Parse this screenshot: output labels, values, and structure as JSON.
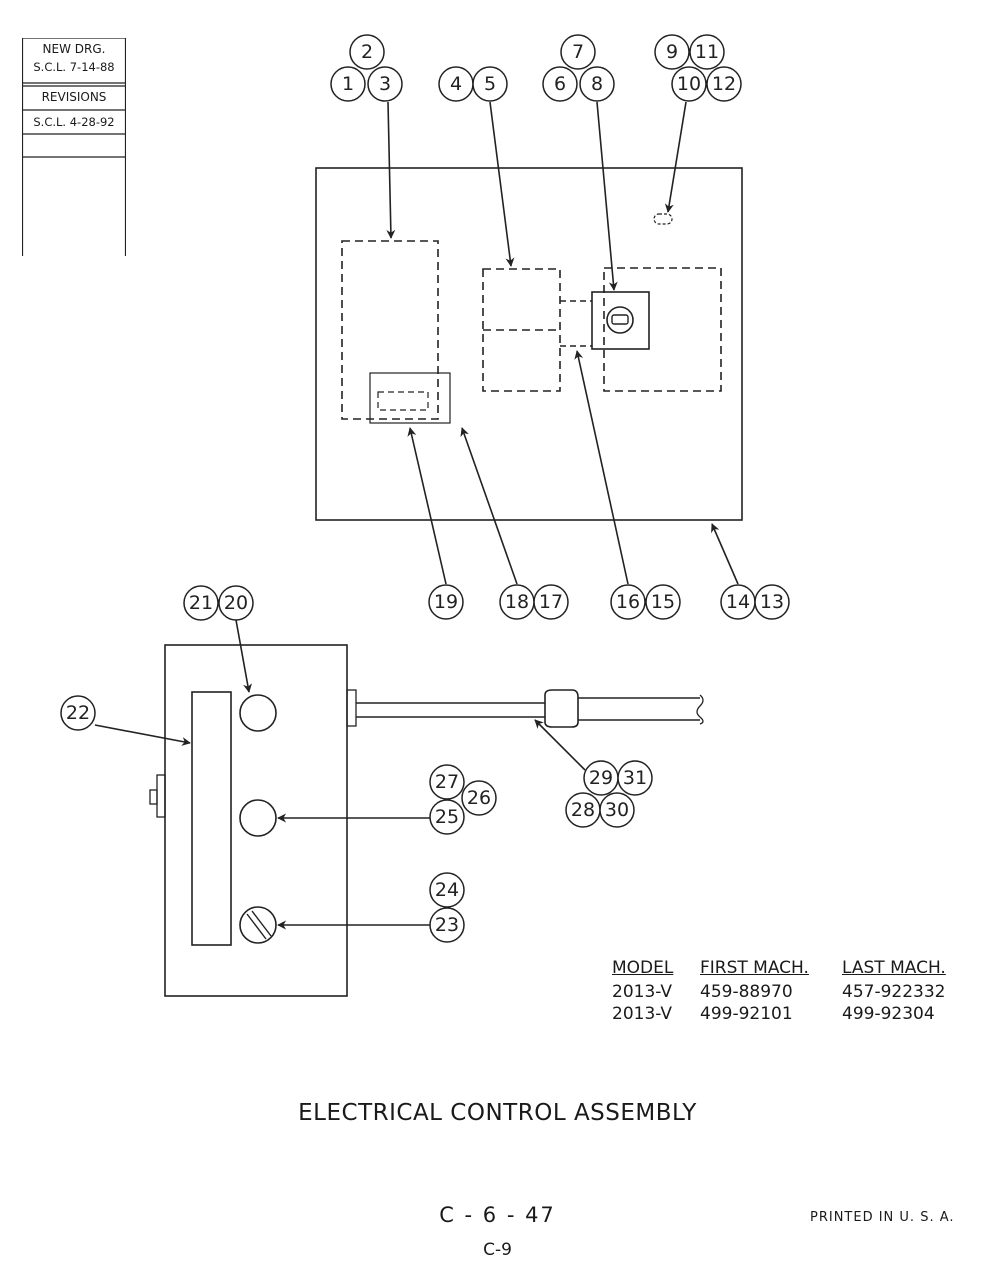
{
  "revision_block": {
    "rows": [
      "NEW DRG.",
      "S.C.L. 7-14-88",
      "REVISIONS",
      "S.C.L. 4-28-92"
    ]
  },
  "callouts": {
    "c2": "2",
    "c1": "1",
    "c3": "3",
    "c4": "4",
    "c5": "5",
    "c7": "7",
    "c6": "6",
    "c8": "8",
    "c9": "9",
    "c11": "11",
    "c10": "10",
    "c12": "12",
    "c19": "19",
    "c18": "18",
    "c17": "17",
    "c16": "16",
    "c15": "15",
    "c14": "14",
    "c13": "13",
    "c21": "21",
    "c20": "20",
    "c22": "22",
    "c27": "27",
    "c26": "26",
    "c25": "25",
    "c24": "24",
    "c23": "23",
    "c29": "29",
    "c31": "31",
    "c28": "28",
    "c30": "30"
  },
  "model_table": {
    "headers": [
      "MODEL",
      "FIRST MACH.",
      "LAST MACH."
    ],
    "rows": [
      [
        "2013-V",
        "459-88970",
        "457-922332"
      ],
      [
        "2013-V",
        "499-92101",
        "499-92304"
      ]
    ]
  },
  "title": "ELECTRICAL CONTROL ASSEMBLY",
  "page_number": "C - 6 - 47",
  "page_sub": "C-9",
  "printed": "PRINTED IN U. S. A."
}
